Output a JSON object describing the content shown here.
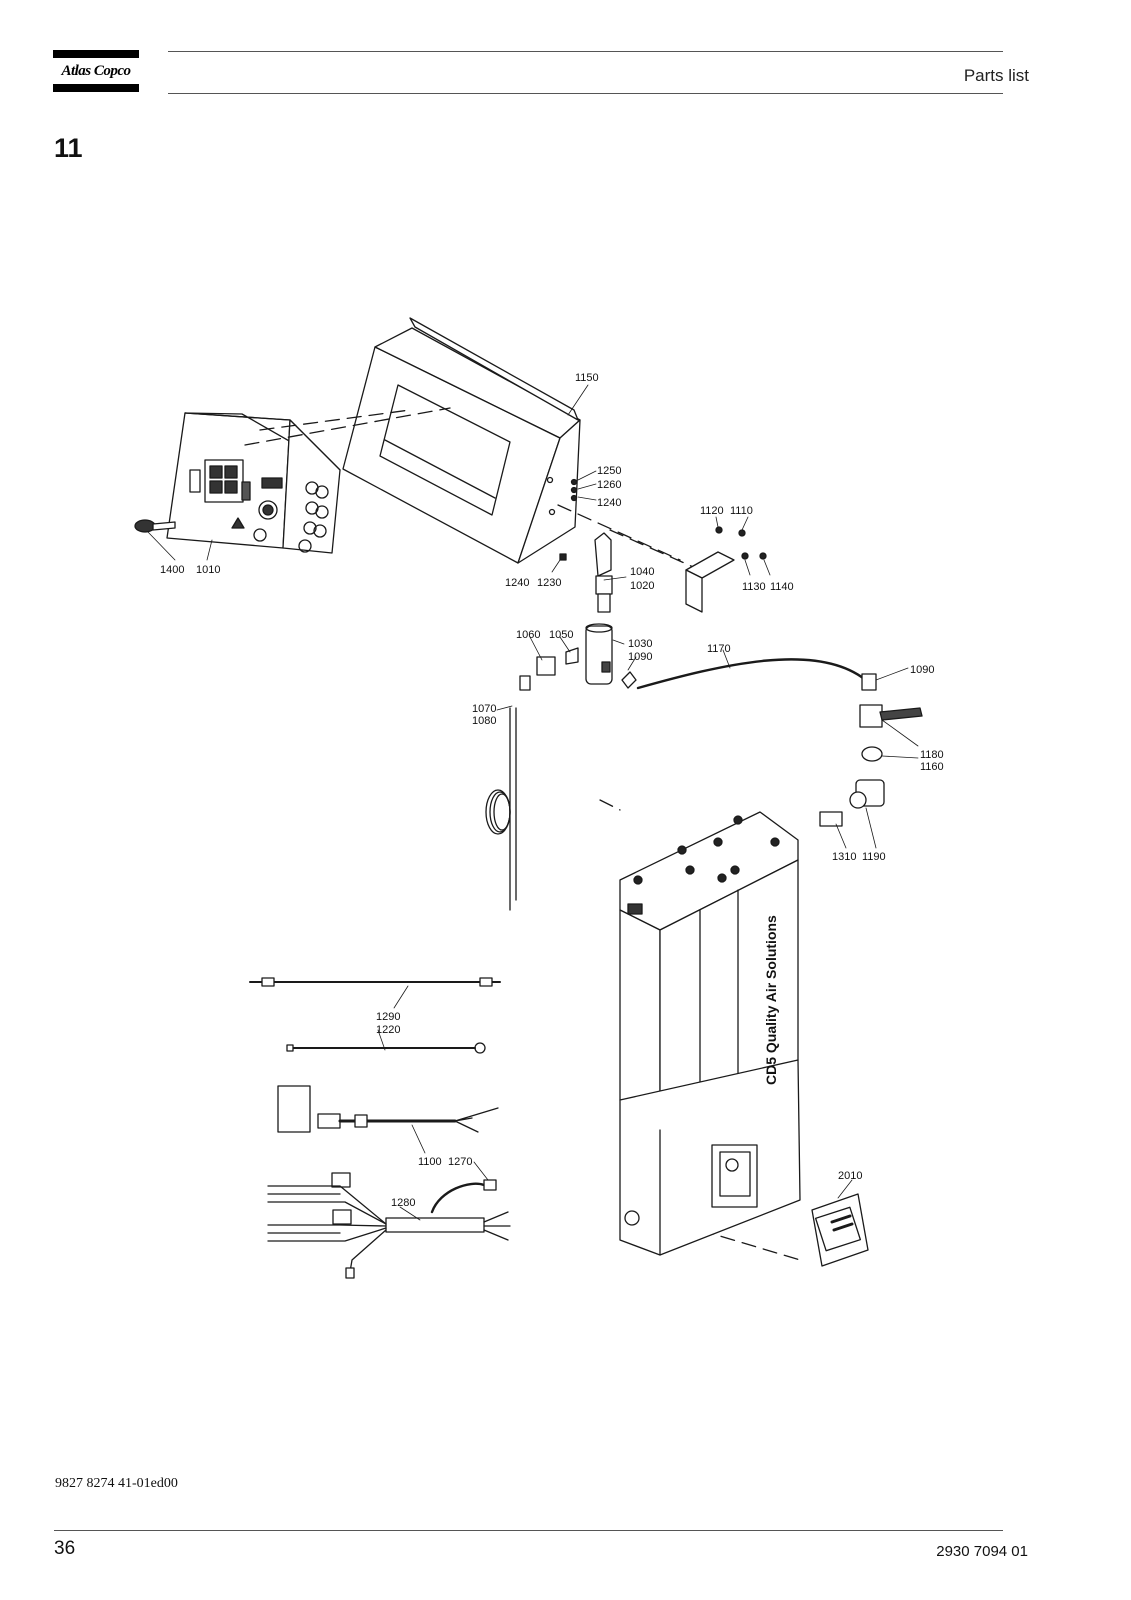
{
  "header": {
    "brand": "Atlas Copco",
    "title": "Parts list"
  },
  "section": {
    "number": "11"
  },
  "diagram": {
    "callouts": {
      "c1150": "1150",
      "c1250": "1250",
      "c1260": "1260",
      "c1240a": "1240",
      "c1120": "1120",
      "c1110": "1110",
      "c1400": "1400",
      "c1010": "1010",
      "c1240b": "1240",
      "c1230": "1230",
      "c1040": "1040",
      "c1020": "1020",
      "c1130": "1130",
      "c1140": "1140",
      "c1060": "1060",
      "c1050": "1050",
      "c1030": "1030",
      "c1090a": "1090",
      "c1170": "1170",
      "c1090b": "1090",
      "c1070": "1070",
      "c1080": "1080",
      "c1180": "1180",
      "c1160": "1160",
      "c1310": "1310",
      "c1190": "1190",
      "c1290": "1290",
      "c1220": "1220",
      "c1100": "1100",
      "c1270": "1270",
      "c1280": "1280",
      "c2010": "2010"
    },
    "product_label": "CD5 Quality Air Solutions"
  },
  "footer": {
    "doc_id": "9827 8274 41-01ed00",
    "page_number": "36",
    "part_number": "2930 7094 01"
  }
}
